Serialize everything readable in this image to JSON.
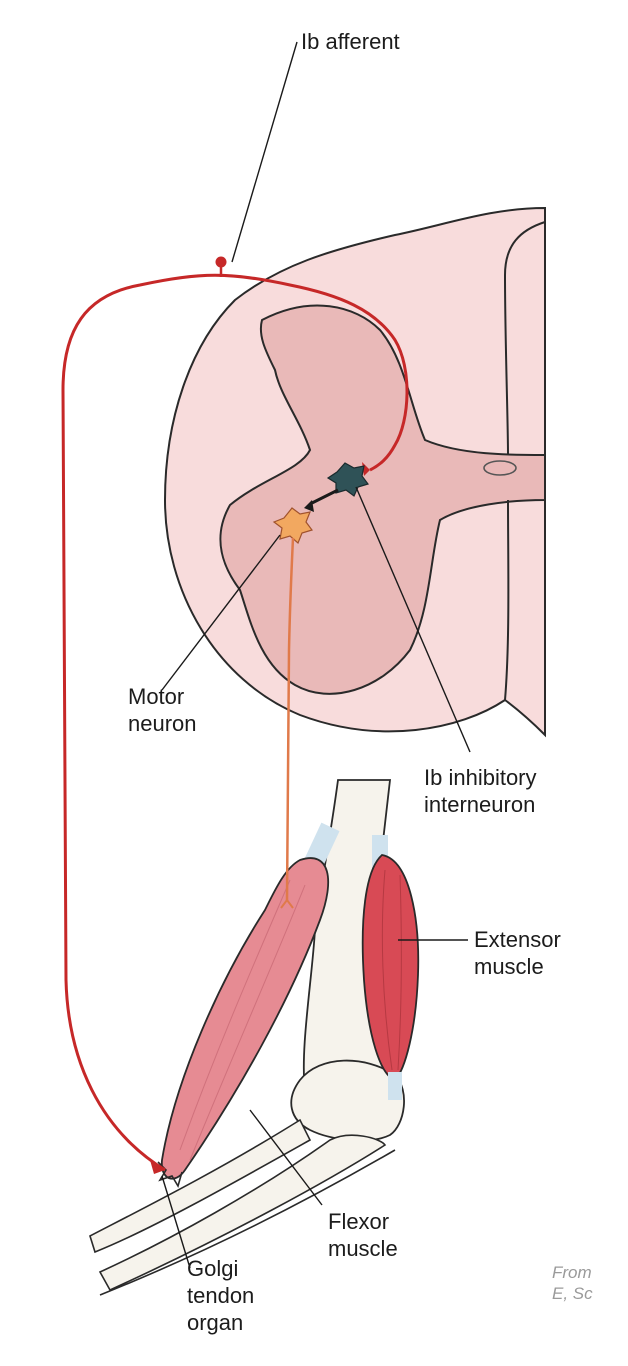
{
  "labels": {
    "ib_afferent": "Ib afferent",
    "motor_neuron": "Motor\nneuron",
    "ib_inhibitory_interneuron": "Ib inhibitory\ninterneuron",
    "extensor_muscle": "Extensor\nmuscle",
    "flexor_muscle": "Flexor\nmuscle",
    "golgi_tendon_organ": "Golgi\ntendon\norgan",
    "citation": "From\nE, Sc"
  },
  "colors": {
    "afferent": "#c62828",
    "motor_axon": "#e07a4a",
    "interneuron": "#2f5257",
    "gray_matter": "#e9b9b8",
    "white_matter": "#f8dcdc",
    "flexor": "#e68b93",
    "extensor": "#d84a55",
    "bone": "#f6f3ec"
  }
}
